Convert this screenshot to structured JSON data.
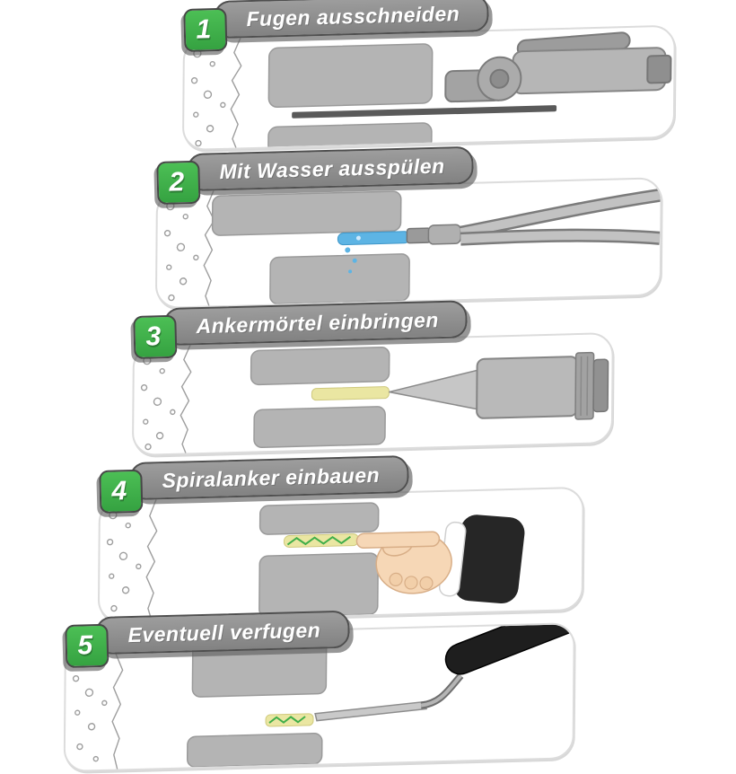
{
  "page": {
    "background": "#ffffff"
  },
  "colors": {
    "badge_green": "#3fae49",
    "banner_gray": "#8e8e8e",
    "outline_dark": "#4f4f4f",
    "brick_gray": "#b4b4b4",
    "water_blue": "#5db4e4",
    "mortar_yellow": "#eae6a2",
    "anchor_green": "#3fae49"
  },
  "steps": [
    {
      "number": "1",
      "label": "Fugen ausschneiden",
      "illustration": "joint-cutting-machine"
    },
    {
      "number": "2",
      "label": "Mit Wasser ausspülen",
      "illustration": "water-rinse-hose"
    },
    {
      "number": "3",
      "label": "Ankermörtel einbringen",
      "illustration": "anchor-mortar-gun"
    },
    {
      "number": "4",
      "label": "Spiralanker einbauen",
      "illustration": "hand-installing-spiral-anchor"
    },
    {
      "number": "5",
      "label": "Eventuell verfugen",
      "illustration": "pointing-trowel"
    }
  ]
}
